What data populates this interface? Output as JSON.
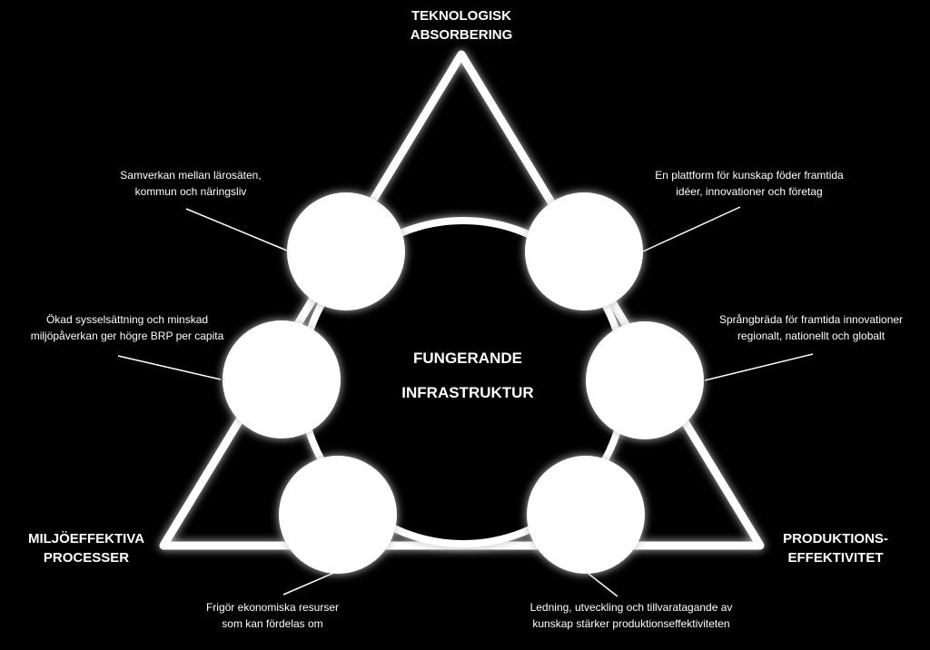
{
  "colors": {
    "background": "#000000",
    "foreground": "#ffffff",
    "glow": "#bfbfbf"
  },
  "corners": {
    "top": {
      "line1": "TEKNOLOGISK",
      "line2": "ABSORBERING"
    },
    "left": {
      "line1": "MILJÖEFFEKTIVA",
      "line2": "PROCESSER"
    },
    "right": {
      "line1": "PRODUKTIONS-",
      "line2": "EFFEKTIVITET"
    }
  },
  "center": {
    "line1": "FUNGERANDE",
    "line2": "INFRASTRUKTUR"
  },
  "nodes": [
    {
      "line1": "Samverkan mellan lärosäten,",
      "line2": "kommun och näringsliv"
    },
    {
      "line1": "En plattform för kunskap föder framtida",
      "line2": "idéer, innovationer och företag"
    },
    {
      "line1": "Ökad sysselsättning och minskad",
      "line2": "miljöpåverkan ger högre BRP per capita"
    },
    {
      "line1": "Språngbräda för framtida innovationer",
      "line2": "regionalt, nationellt och globalt"
    },
    {
      "line1": "Frigör ekonomiska resurser",
      "line2": "som kan fördelas om"
    },
    {
      "line1": "Ledning, utveckling och tillvaratagande av",
      "line2": "kunskap stärker produktionseffektiviteten"
    }
  ]
}
